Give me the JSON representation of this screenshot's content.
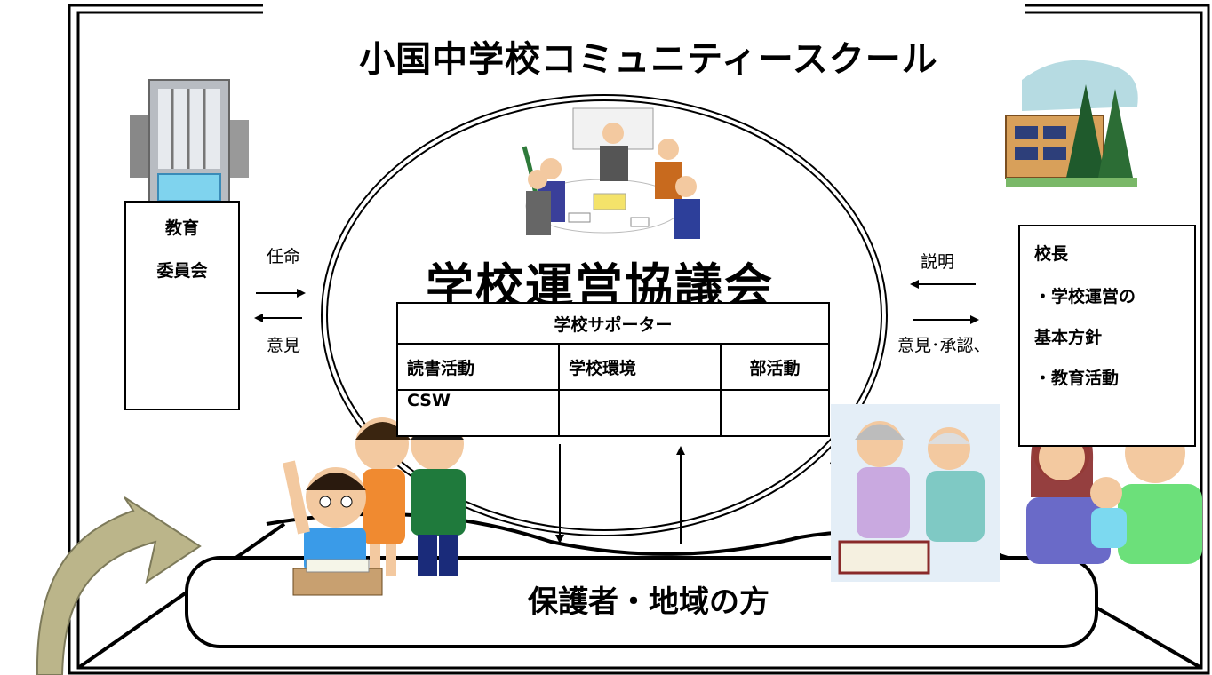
{
  "title": "小国中学校コミュニティースクール",
  "board": {
    "line1": "教育",
    "line2": "委員会"
  },
  "arrows_left": {
    "top": "任命",
    "bottom": "意見"
  },
  "arrows_right": {
    "top": "説明",
    "bottom": "意見･承認、"
  },
  "council": "学校運営協議会",
  "supporters": {
    "header": "学校サポーター",
    "columns": [
      "読書活動",
      "学校環境",
      "部活動"
    ],
    "row2": [
      "CSW",
      "",
      ""
    ]
  },
  "principal": {
    "line1": "校長",
    "line2": "・学校運営の",
    "line3": "基本方針",
    "line4": "・教育活動"
  },
  "guardians": "保護者・地域の方",
  "icons": {
    "office_building": "office-building-icon",
    "school": "school-building-icon",
    "meeting": "meeting-people-illustration",
    "family": "family-illustration",
    "elderly": "elderly-couple-illustration",
    "parents": "parents-baby-illustration"
  }
}
